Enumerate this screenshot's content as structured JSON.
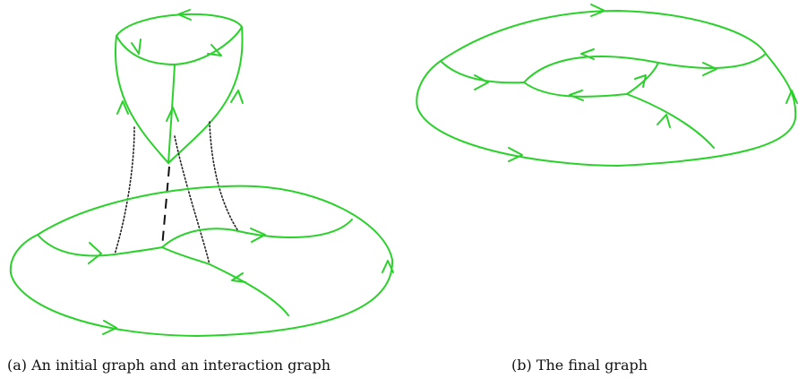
{
  "figure": {
    "edge_color": "#2bd12b",
    "line_color": "#111111",
    "subfigures": [
      {
        "label": "(a)",
        "caption": "(a) An initial graph and an interaction graph"
      },
      {
        "label": "(b)",
        "caption": "(b) The final graph"
      }
    ]
  }
}
